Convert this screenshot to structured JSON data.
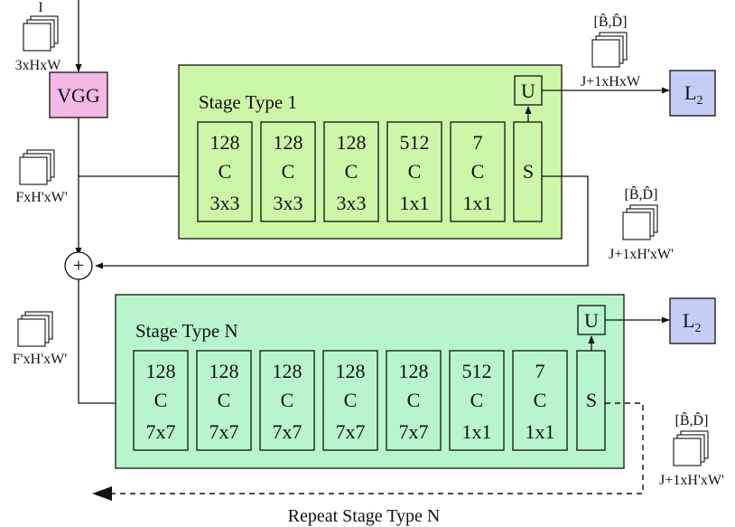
{
  "input": {
    "symbol": "I",
    "shape": "3xHxW"
  },
  "backbone": {
    "label": "VGG",
    "color": "#f4b8e4"
  },
  "features": {
    "shape1": "FxH'xW'",
    "shape2": "F'xH'xW'"
  },
  "stage1": {
    "title": "Stage Type 1",
    "color": "#ccf7a8",
    "layers": [
      {
        "channels": "128",
        "type": "C",
        "kernel": "3x3"
      },
      {
        "channels": "128",
        "type": "C",
        "kernel": "3x3"
      },
      {
        "channels": "128",
        "type": "C",
        "kernel": "3x3"
      },
      {
        "channels": "512",
        "type": "C",
        "kernel": "1x1"
      },
      {
        "channels": "7",
        "type": "C",
        "kernel": "1x1"
      }
    ],
    "s_label": "S",
    "u_label": "U",
    "out_label": "[B̂,D̂]",
    "out_shape": "J+1xHxW",
    "side_label": "[B̂,D̂]",
    "side_shape": "J+1xH'xW'"
  },
  "stageN": {
    "title": "Stage Type N",
    "color": "#b8f5cc",
    "layers": [
      {
        "channels": "128",
        "type": "C",
        "kernel": "7x7"
      },
      {
        "channels": "128",
        "type": "C",
        "kernel": "7x7"
      },
      {
        "channels": "128",
        "type": "C",
        "kernel": "7x7"
      },
      {
        "channels": "128",
        "type": "C",
        "kernel": "7x7"
      },
      {
        "channels": "128",
        "type": "C",
        "kernel": "7x7"
      },
      {
        "channels": "512",
        "type": "C",
        "kernel": "1x1"
      },
      {
        "channels": "7",
        "type": "C",
        "kernel": "1x1"
      }
    ],
    "s_label": "S",
    "u_label": "U",
    "side_label": "[B̂,D̂]",
    "side_shape": "J+1xH'xW'"
  },
  "loss": {
    "symbol": "L",
    "subscript": "2",
    "color": "#c4cdf5"
  },
  "sum_symbol": "+",
  "repeat_caption": "Repeat Stage Type N"
}
